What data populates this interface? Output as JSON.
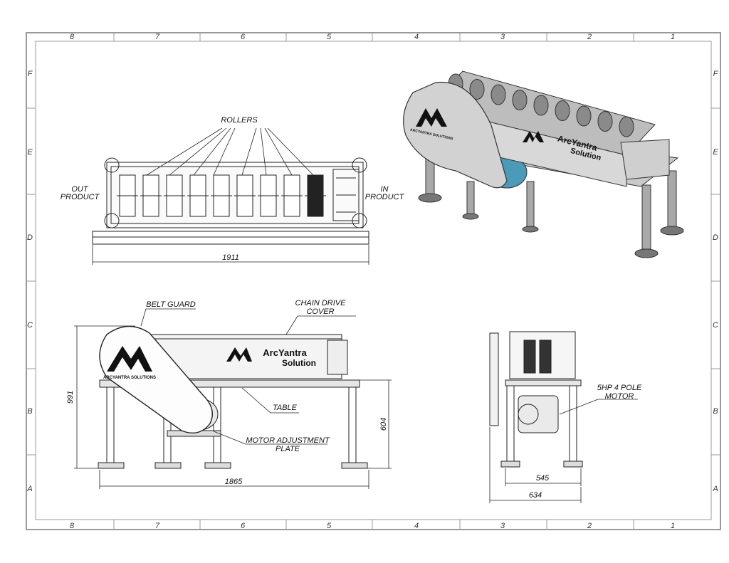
{
  "drawing": {
    "top_zones": [
      "8",
      "7",
      "6",
      "5",
      "4",
      "3",
      "2",
      "1"
    ],
    "side_zones": [
      "F",
      "E",
      "D",
      "C",
      "B",
      "A"
    ]
  },
  "top_view": {
    "rollers_label": "ROLLERS",
    "out_product_line1": "OUT",
    "out_product_line2": "PRODUCT",
    "in_product_line1": "IN",
    "in_product_line2": "PRODUCT",
    "length_dim": "1911"
  },
  "front_view": {
    "belt_guard_label": "BELT GUARD",
    "chain_drive_line1": "CHAIN DRIVE",
    "chain_drive_line2": "COVER",
    "table_label": "TABLE",
    "motor_plate_line1": "MOTOR ADJUSTMENT",
    "motor_plate_line2": "PLATE",
    "height_dim": "991",
    "table_height_dim": "604",
    "length_dim": "1865",
    "logo_text": "ARCYANTRA SOLUTIONS",
    "brand_line1": "ArcYantra",
    "brand_line2": "Solution"
  },
  "side_view": {
    "motor_line1": "5HP 4 POLE",
    "motor_line2": "MOTOR",
    "inner_width_dim": "545",
    "outer_width_dim": "634"
  },
  "iso_view": {
    "logo_text": "ARCYANTRA SOLUTIONS",
    "brand_line1": "ArcYantra",
    "brand_line2": "Solution"
  },
  "colors": {
    "motor": "#4a9ab8",
    "steel": "#b5b5b5",
    "dark": "#333333"
  }
}
